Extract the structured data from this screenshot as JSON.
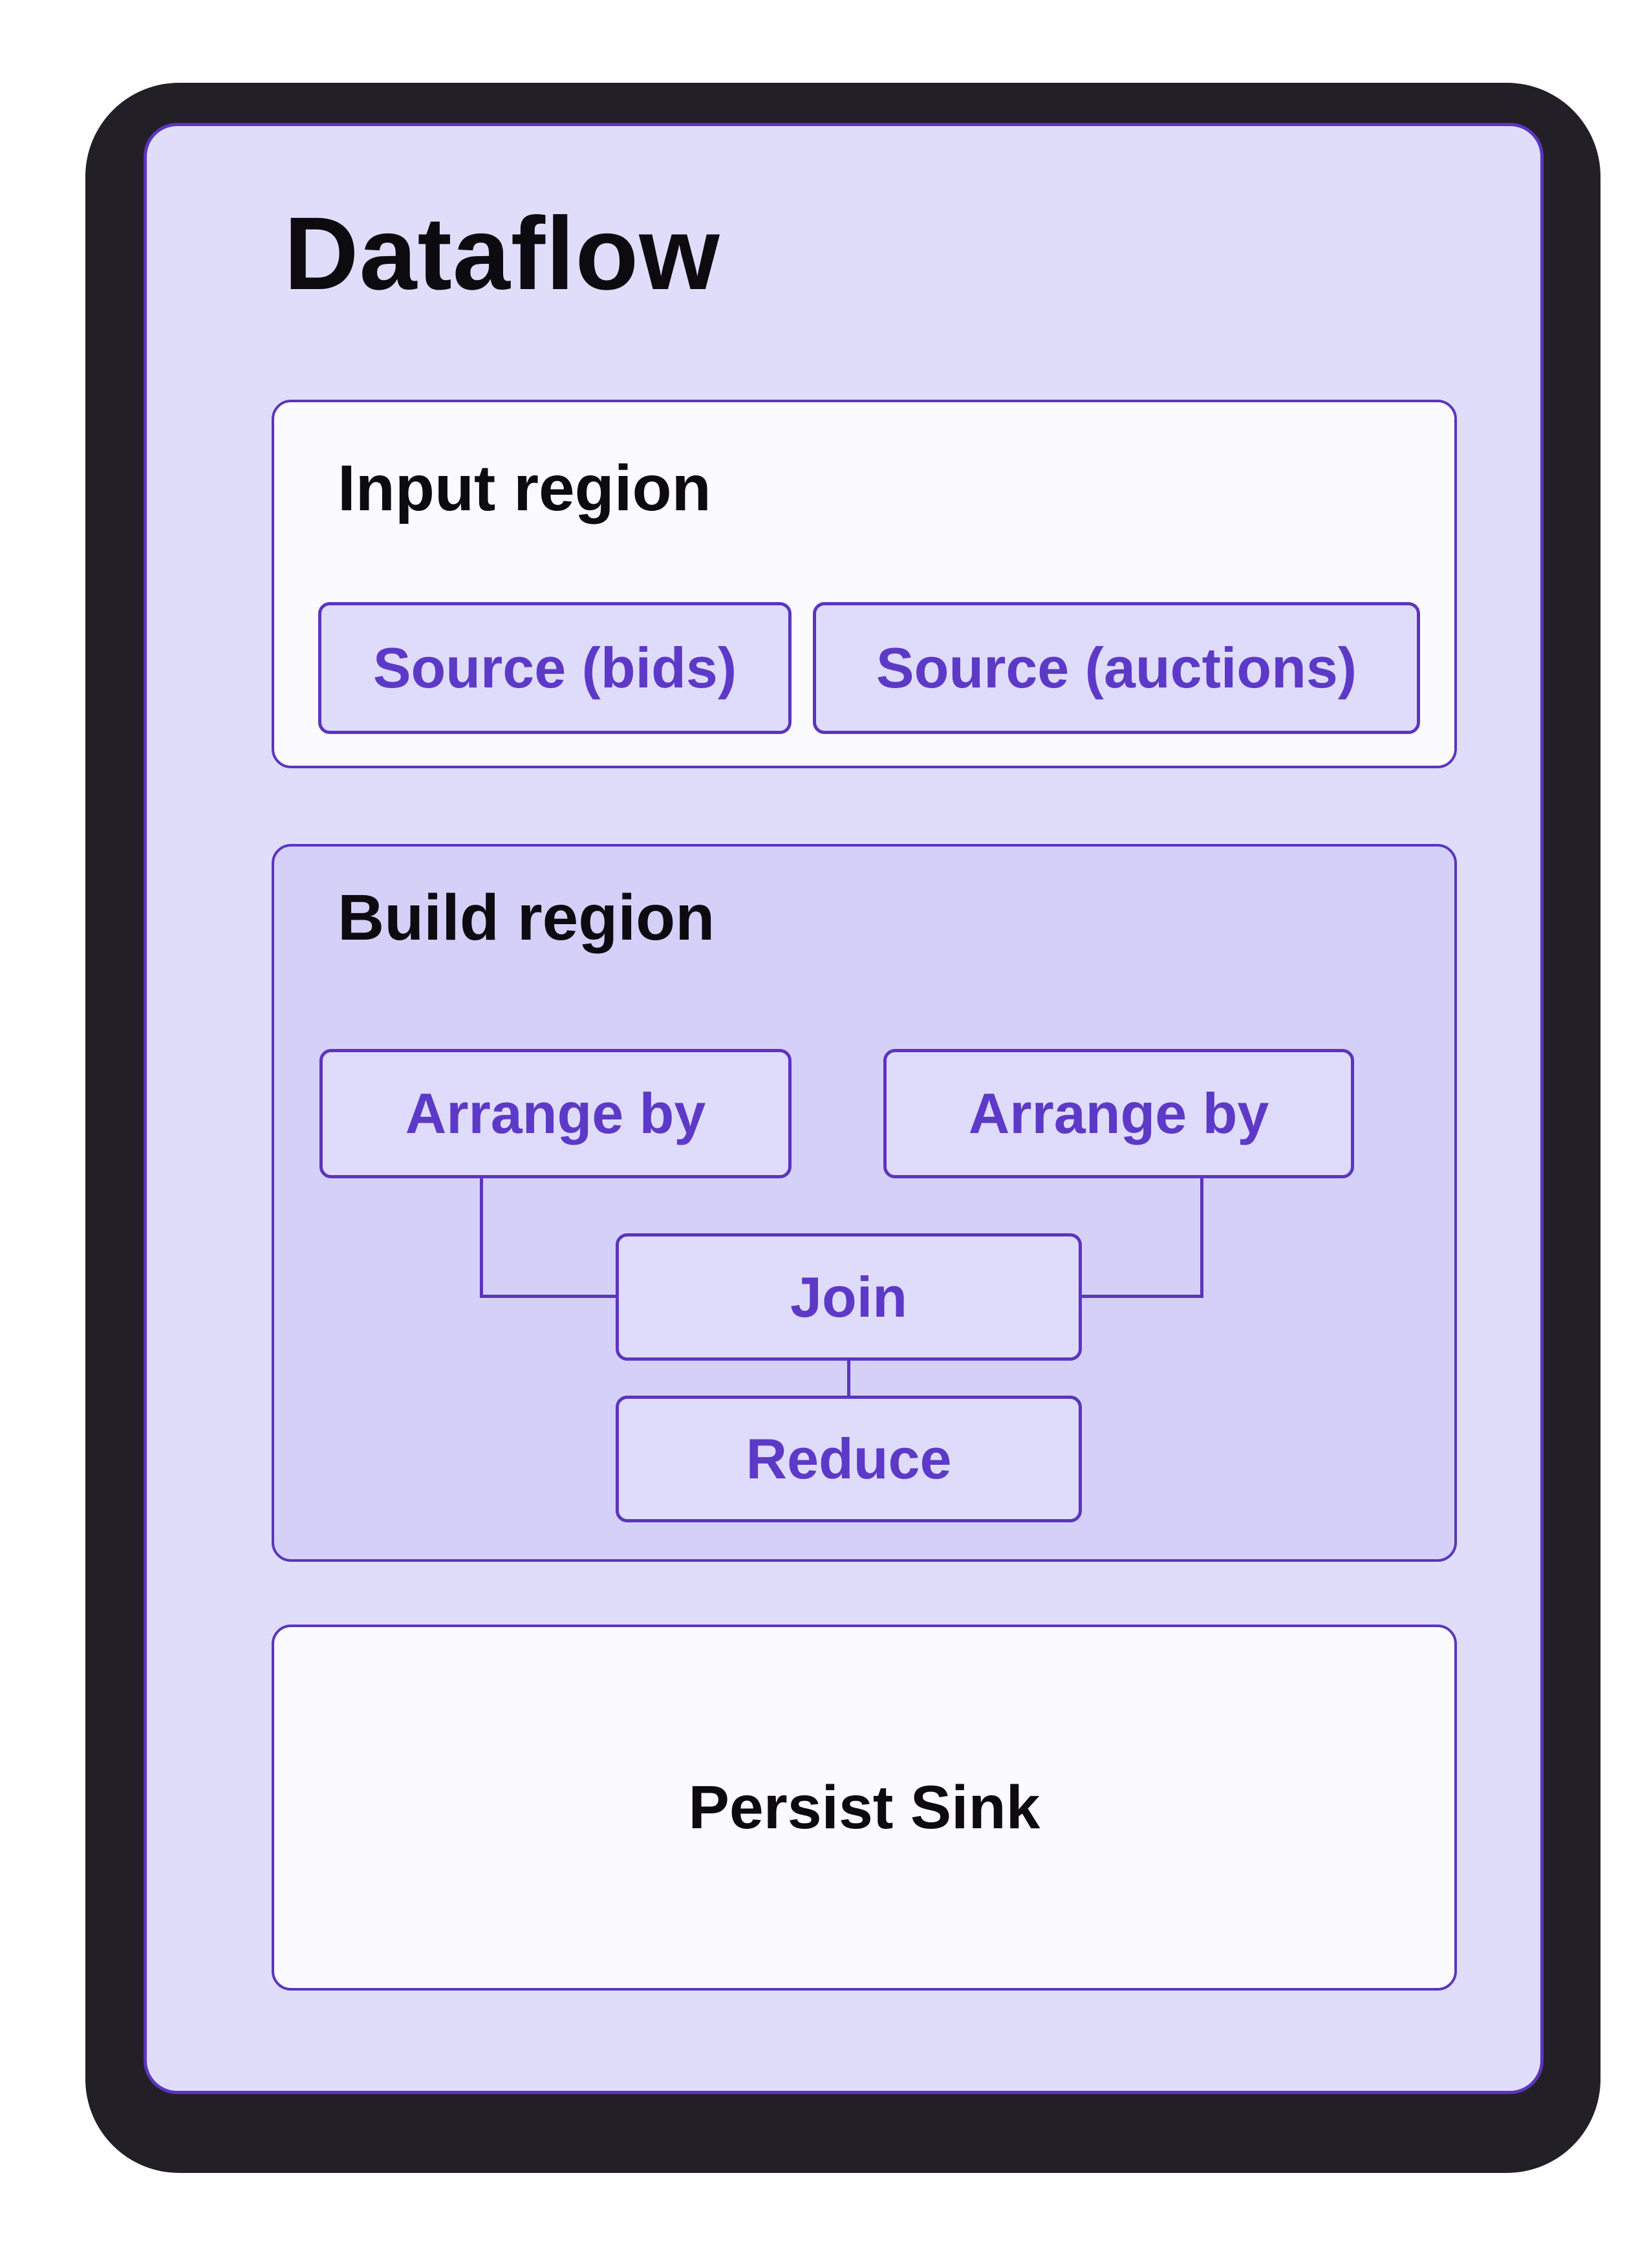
{
  "title": "Dataflow",
  "regions": {
    "input": {
      "title": "Input region",
      "nodes": {
        "bids": "Source (bids)",
        "auctions": "Source (auctions)"
      }
    },
    "build": {
      "title": "Build region",
      "nodes": {
        "arrange_left": "Arrange by",
        "arrange_right": "Arrange by",
        "join": "Join",
        "reduce": "Reduce"
      }
    },
    "sink": {
      "title": "Persist Sink"
    }
  },
  "colors": {
    "frame": "#231f26",
    "card_bg": "#e0ddfb",
    "card_border": "#5b35bd",
    "region_light_bg": "#fbfaff",
    "build_region_bg": "#d5d0f8",
    "node_bg": "#dfdcfb",
    "node_border": "#5b35bd",
    "node_text": "#5d39c7",
    "heading_text": "#0d0b10",
    "connector": "#5b35bd"
  }
}
